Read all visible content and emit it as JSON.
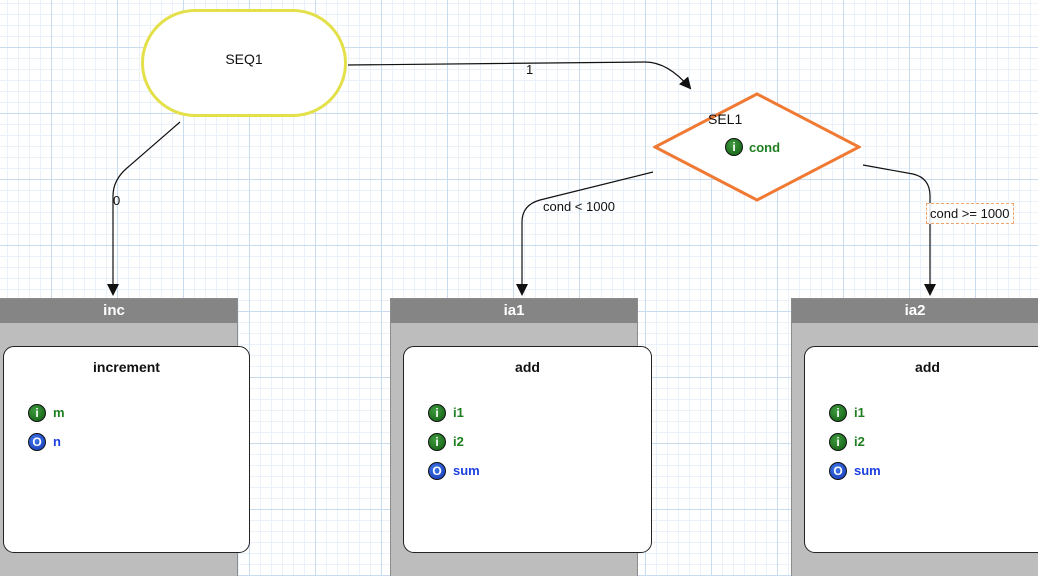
{
  "colors": {
    "sequence_border": "#e3e04a",
    "selector_border": "#f07a33",
    "input_var": "#1f7e1f",
    "output_var": "#1c3fe0",
    "task_header": "#858585"
  },
  "sequence": {
    "title": "SEQ1"
  },
  "selector": {
    "title": "SEL1",
    "variable": {
      "badge": "i",
      "name": "cond"
    }
  },
  "edges": [
    {
      "from": "SEQ1",
      "to": "SEL1",
      "label": "1"
    },
    {
      "from": "SEQ1",
      "to": "inc",
      "label": "0"
    },
    {
      "from": "SEL1",
      "to": "ia1",
      "label": "cond < 1000"
    },
    {
      "from": "SEL1",
      "to": "ia2",
      "label": "cond >= 1000"
    }
  ],
  "tasks": [
    {
      "title": "inc",
      "operation": "increment",
      "vars": [
        {
          "kind": "in",
          "badge": "i",
          "name": "m"
        },
        {
          "kind": "out",
          "badge": "O",
          "name": "n"
        }
      ]
    },
    {
      "title": "ia1",
      "operation": "add",
      "vars": [
        {
          "kind": "in",
          "badge": "i",
          "name": "i1"
        },
        {
          "kind": "in",
          "badge": "i",
          "name": "i2"
        },
        {
          "kind": "out",
          "badge": "O",
          "name": "sum"
        }
      ]
    },
    {
      "title": "ia2",
      "operation": "add",
      "vars": [
        {
          "kind": "in",
          "badge": "i",
          "name": "i1"
        },
        {
          "kind": "in",
          "badge": "i",
          "name": "i2"
        },
        {
          "kind": "out",
          "badge": "O",
          "name": "sum"
        }
      ]
    }
  ]
}
